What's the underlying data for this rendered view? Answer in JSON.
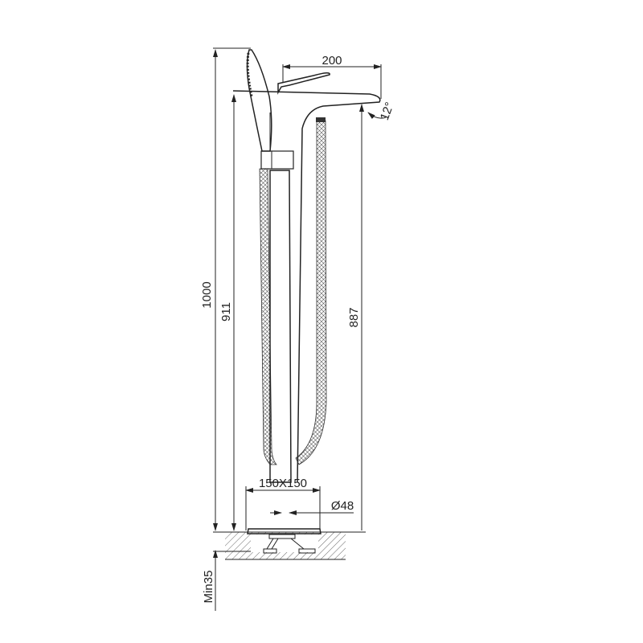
{
  "drawing": {
    "dimensions": {
      "spout_reach": "200",
      "spout_angle": "12°",
      "total_height": "1000",
      "spout_top_height": "911",
      "spout_outlet_height": "887",
      "base_size": "150X150",
      "column_diameter": "Ø48",
      "min_depth": "Min35"
    }
  }
}
